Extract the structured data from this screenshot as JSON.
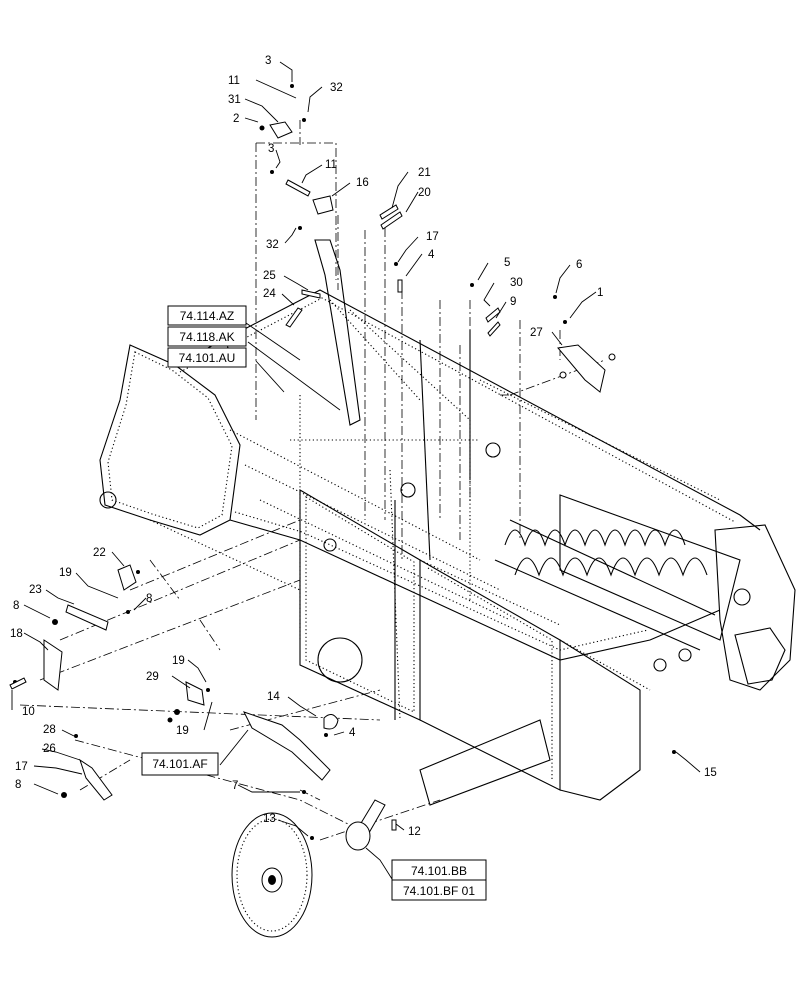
{
  "callouts": [
    {
      "id": "c3a",
      "text": "3"
    },
    {
      "id": "c11a",
      "text": "11"
    },
    {
      "id": "c32a",
      "text": "32"
    },
    {
      "id": "c31",
      "text": "31"
    },
    {
      "id": "c2",
      "text": "2"
    },
    {
      "id": "c3b",
      "text": "3"
    },
    {
      "id": "c11b",
      "text": "11"
    },
    {
      "id": "c16",
      "text": "16"
    },
    {
      "id": "c32b",
      "text": "32"
    },
    {
      "id": "c21",
      "text": "21"
    },
    {
      "id": "c20",
      "text": "20"
    },
    {
      "id": "c17a",
      "text": "17"
    },
    {
      "id": "c4a",
      "text": "4"
    },
    {
      "id": "c5",
      "text": "5"
    },
    {
      "id": "c6",
      "text": "6"
    },
    {
      "id": "c30",
      "text": "30"
    },
    {
      "id": "c9",
      "text": "9"
    },
    {
      "id": "c1",
      "text": "1"
    },
    {
      "id": "c25",
      "text": "25"
    },
    {
      "id": "c24",
      "text": "24"
    },
    {
      "id": "c27",
      "text": "27"
    },
    {
      "id": "c22",
      "text": "22"
    },
    {
      "id": "c19a",
      "text": "19"
    },
    {
      "id": "c23",
      "text": "23"
    },
    {
      "id": "c8a",
      "text": "8"
    },
    {
      "id": "c8b",
      "text": "8"
    },
    {
      "id": "c18",
      "text": "18"
    },
    {
      "id": "c10",
      "text": "10"
    },
    {
      "id": "c19b",
      "text": "19"
    },
    {
      "id": "c29",
      "text": "29"
    },
    {
      "id": "c19c",
      "text": "19"
    },
    {
      "id": "c14",
      "text": "14"
    },
    {
      "id": "c4b",
      "text": "4"
    },
    {
      "id": "c28",
      "text": "28"
    },
    {
      "id": "c26",
      "text": "26"
    },
    {
      "id": "c17b",
      "text": "17"
    },
    {
      "id": "c8c",
      "text": "8"
    },
    {
      "id": "c7",
      "text": "7"
    },
    {
      "id": "c15",
      "text": "15"
    },
    {
      "id": "c13",
      "text": "13"
    },
    {
      "id": "c12",
      "text": "12"
    }
  ],
  "references": {
    "ref_114_az": "74.114.AZ",
    "ref_118_ak": "74.118.AK",
    "ref_101_au": "74.101.AU",
    "ref_101_af": "74.101.AF",
    "ref_101_bb": "74.101.BB",
    "ref_101_bf": "74.101.BF 01"
  }
}
